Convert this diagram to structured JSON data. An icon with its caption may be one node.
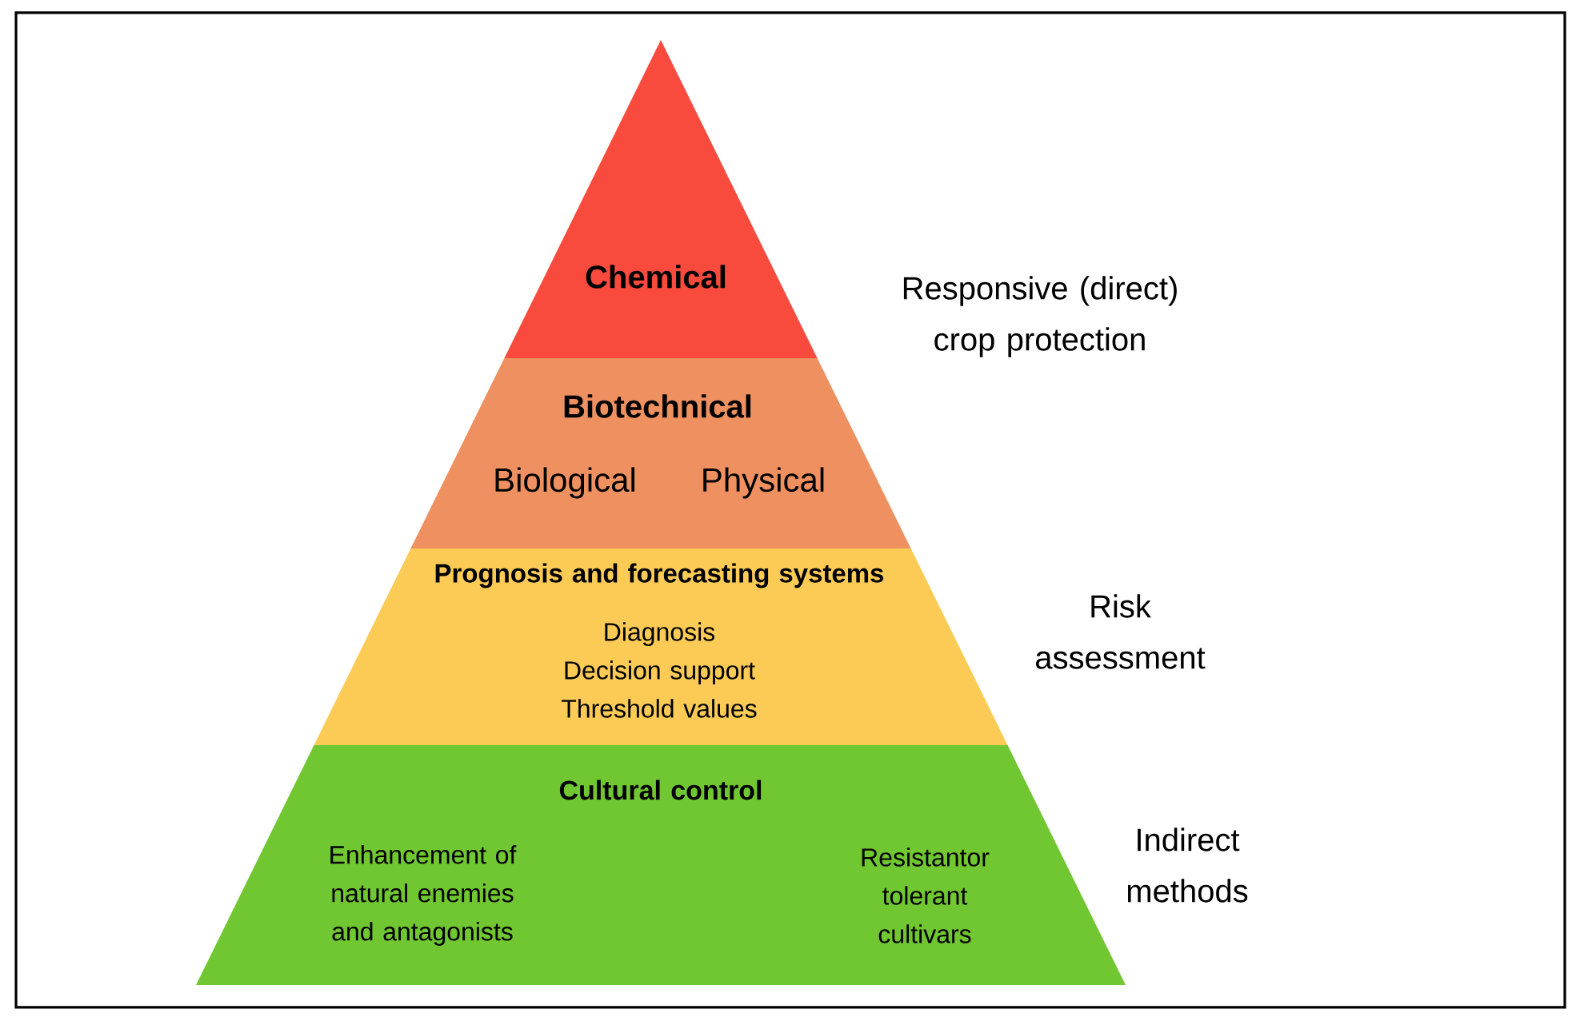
{
  "diagram": {
    "nodes": [
      {
        "text": [
          "Chemical"
        ]
      },
      {
        "text": [
          "Biotechnical",
          "Biological",
          "Physical"
        ]
      },
      {
        "text": [
          "Prognosis and forecasting systems",
          "Diagnosis Decision support Threshold values"
        ]
      },
      {
        "text": [
          "Cultural control",
          "Enhancement of natural enemies and antagonists",
          "Resistantor tolerant cultivars"
        ]
      }
    ],
    "edges": [],
    "labels": [
      "Responsive (direct) crop protection",
      "Risk assessment",
      "Indirect methods"
    ]
  }
}
